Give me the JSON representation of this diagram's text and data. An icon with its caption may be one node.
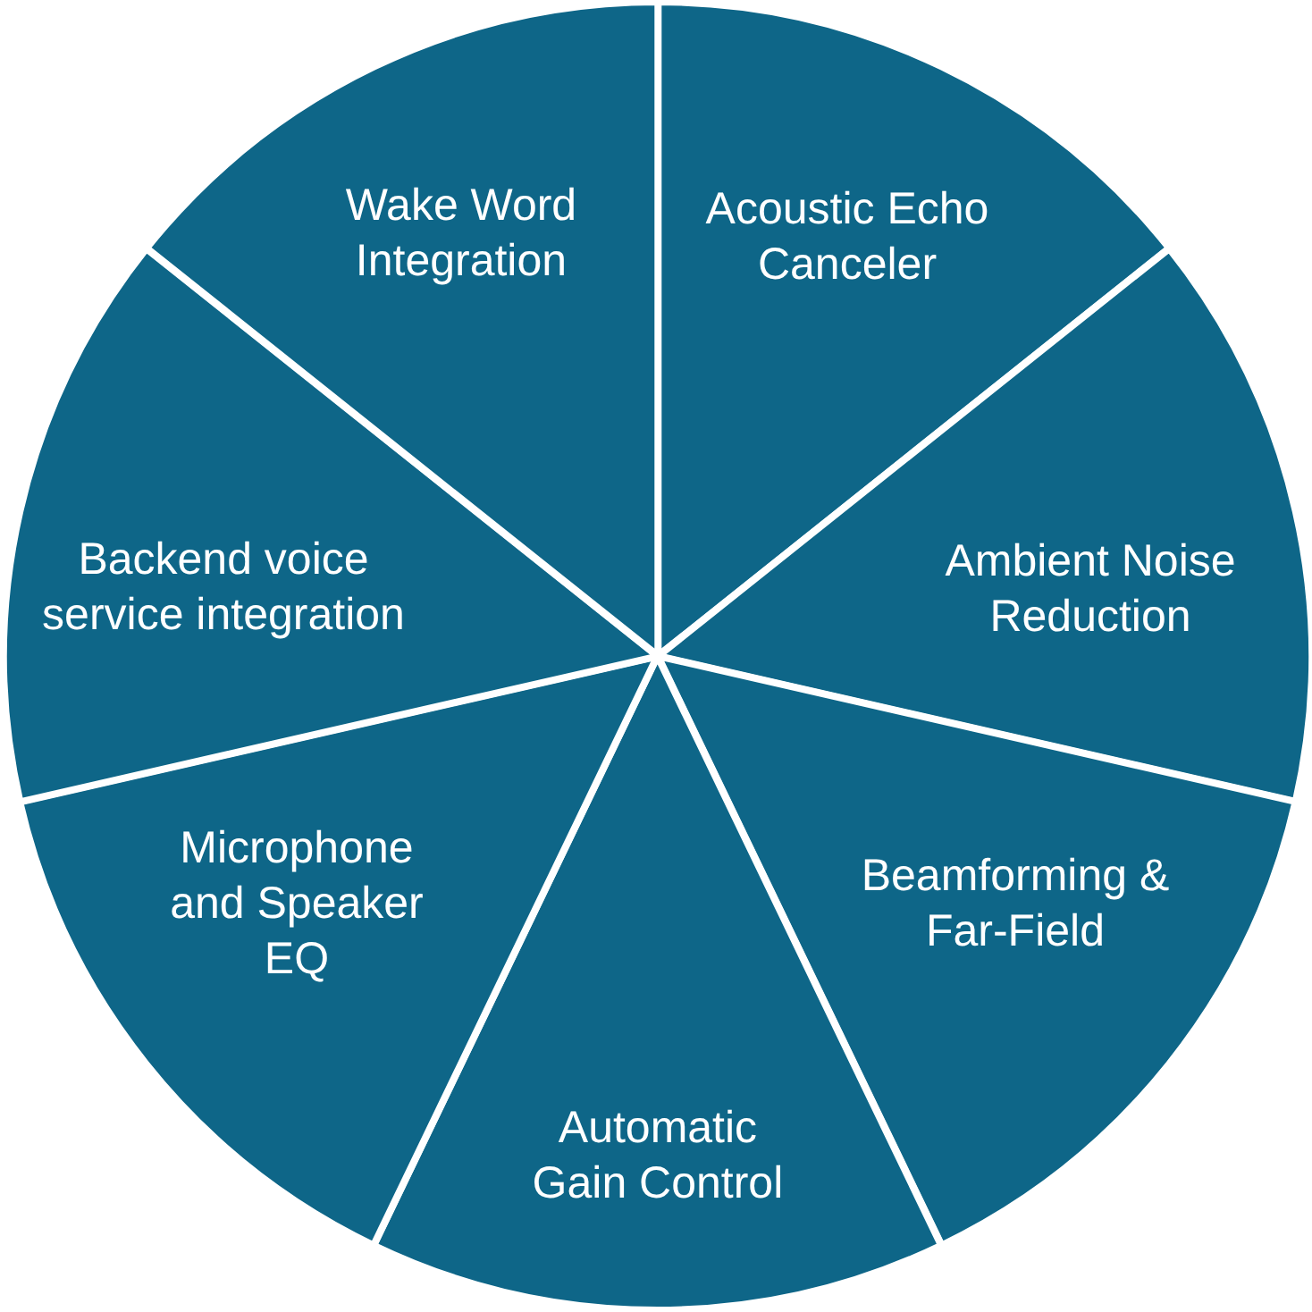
{
  "diagram": {
    "nodes": [
      {
        "text": [
          "Acoustic Echo Canceler"
        ]
      },
      {
        "text": [
          "Ambient Noise Reduction"
        ]
      },
      {
        "text": [
          "Beamforming & Far-Field"
        ]
      },
      {
        "text": [
          "Automatic Gain Control"
        ]
      },
      {
        "text": [
          "Microphone and Speaker EQ"
        ]
      },
      {
        "text": [
          "Backend voice service integration"
        ]
      },
      {
        "text": [
          "Wake Word Integration"
        ]
      }
    ]
  }
}
